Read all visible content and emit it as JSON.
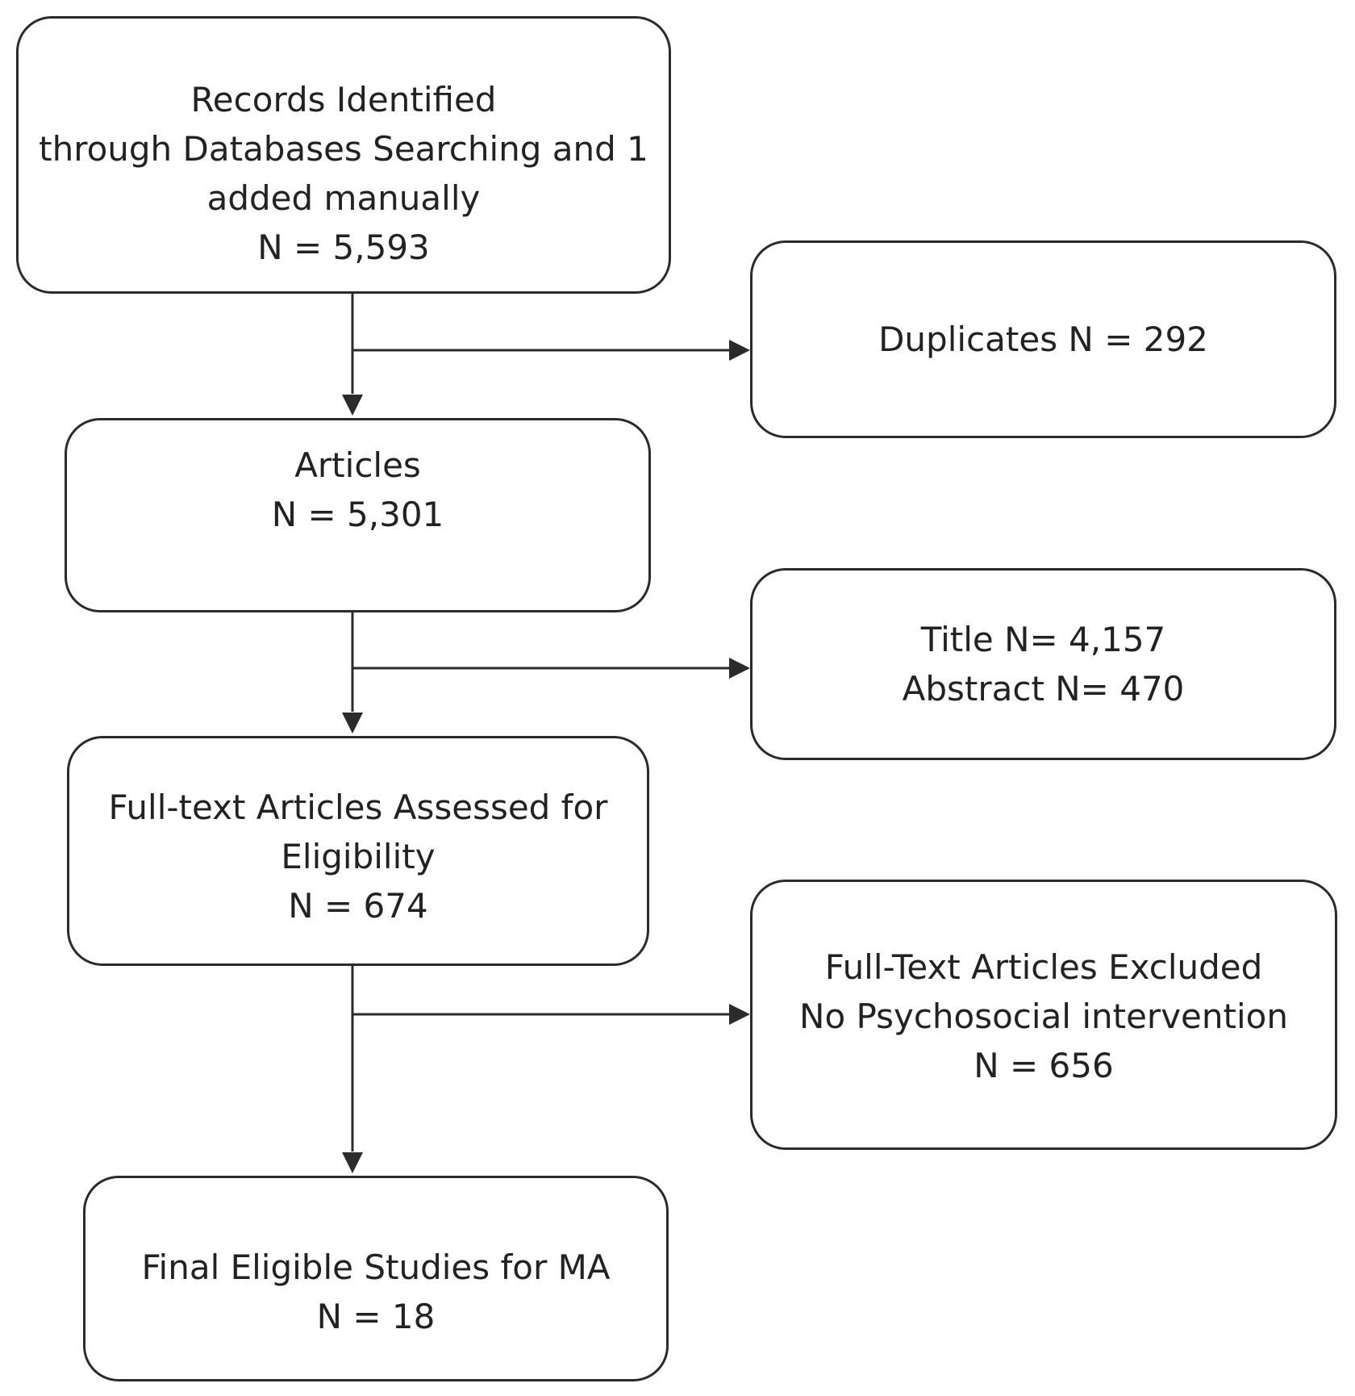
{
  "flowchart": {
    "records": {
      "lines": [
        "Records Identified",
        "through Databases Searching and 1",
        "added manually",
        "N = 5,593"
      ]
    },
    "duplicates": {
      "lines": [
        "Duplicates N = 292"
      ]
    },
    "articles": {
      "lines": [
        "Articles",
        "N = 5,301"
      ]
    },
    "title_abstract": {
      "lines": [
        "Title N= 4,157",
        "Abstract N= 470"
      ]
    },
    "fulltext": {
      "lines": [
        "Full-text Articles Assessed for",
        "Eligibility",
        "N = 674"
      ]
    },
    "excluded": {
      "lines": [
        "Full-Text Articles Excluded",
        "No Psychosocial intervention",
        "N = 656"
      ]
    },
    "final": {
      "lines": [
        "Final Eligible Studies for MA",
        "N = 18"
      ]
    }
  }
}
